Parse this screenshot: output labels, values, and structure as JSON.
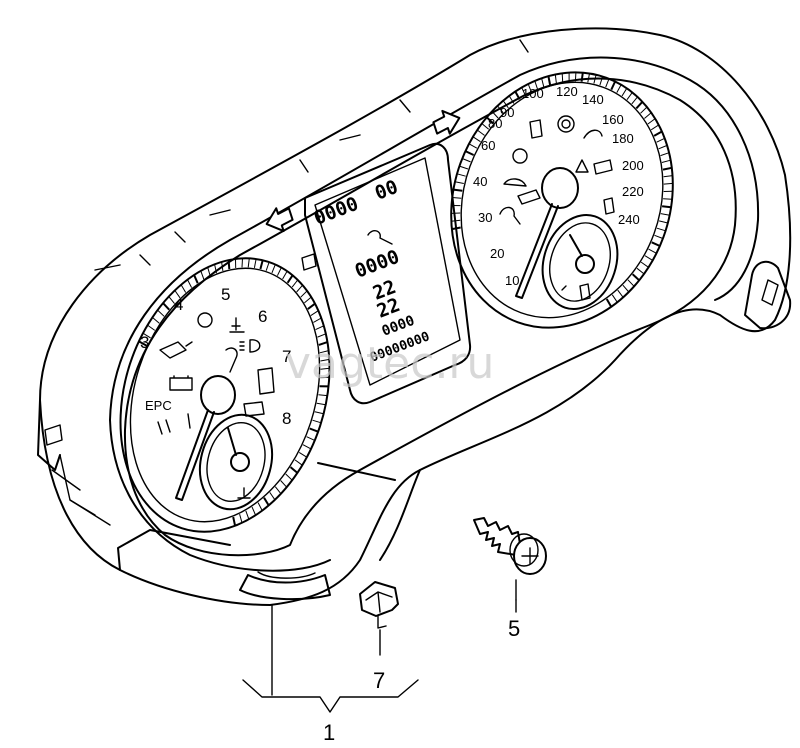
{
  "watermark": "vagtec.ru",
  "callouts": {
    "assembly": "1",
    "screw": "5",
    "clip": "7"
  },
  "tachometer": {
    "numbers": [
      "3",
      "4",
      "5",
      "6",
      "7",
      "8"
    ],
    "epc_label": "EPC"
  },
  "speedometer": {
    "numbers": [
      "10",
      "20",
      "30",
      "40",
      "60",
      "80",
      "90",
      "100",
      "120",
      "140",
      "160",
      "180",
      "200",
      "220",
      "240"
    ]
  },
  "display": {
    "top_right": "00",
    "top_left": "0000",
    "mid": "0000",
    "row_a": "22",
    "row_b": "22",
    "row_c": "0000",
    "bottom": "00000000"
  }
}
